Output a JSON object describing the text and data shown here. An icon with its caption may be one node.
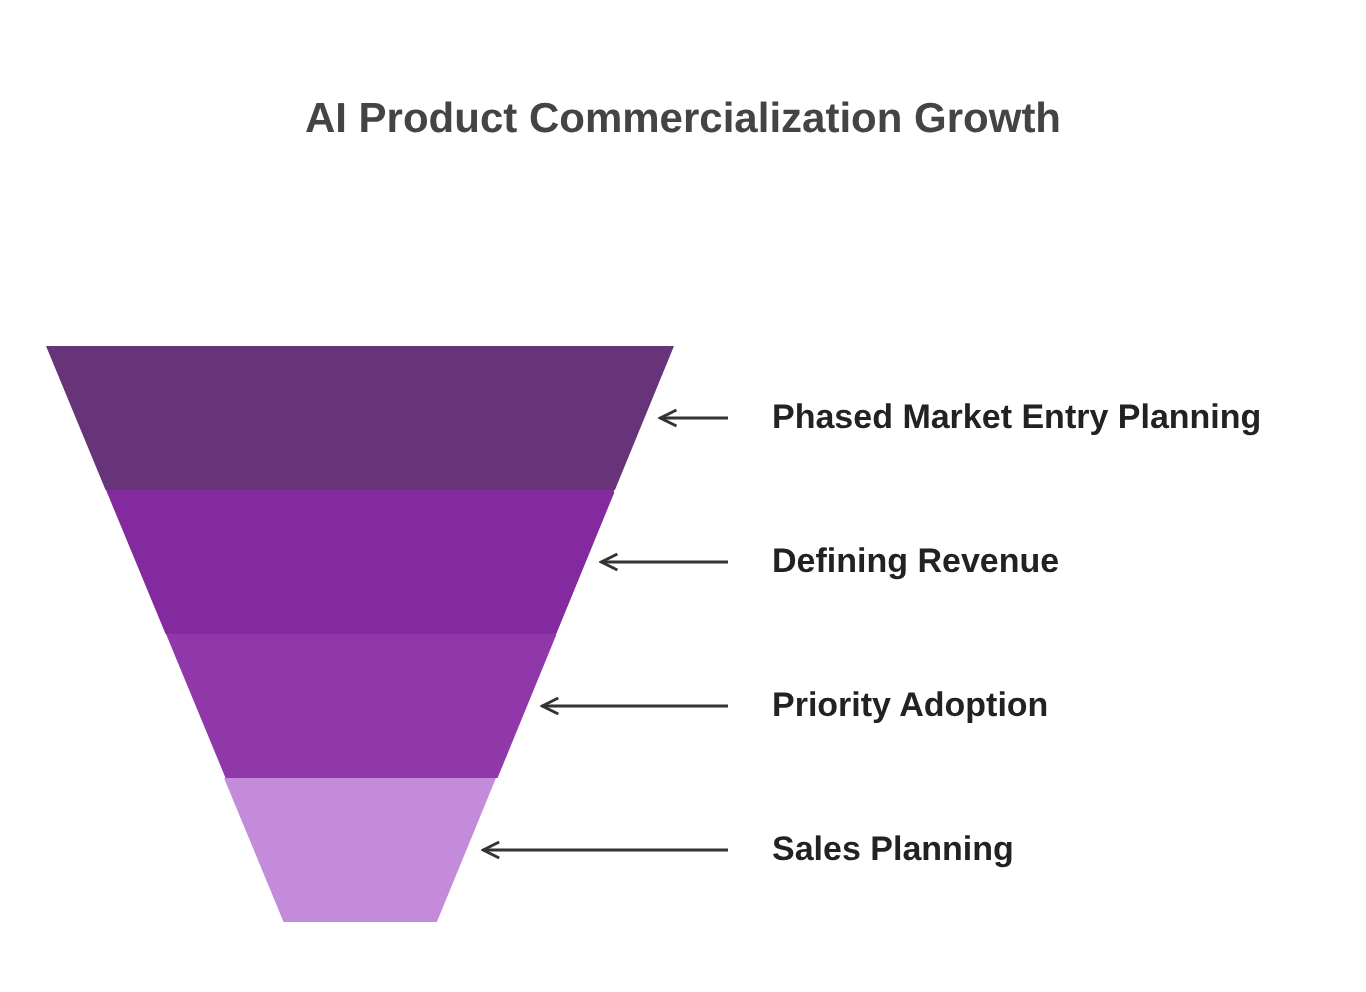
{
  "diagram": {
    "title": "AI Product Commercialization Growth",
    "nodes": [
      {
        "text": [],
        "shape": "trapezoid"
      },
      {
        "text": [],
        "shape": "trapezoid"
      },
      {
        "text": [],
        "shape": "trapezoid"
      },
      {
        "text": [],
        "shape": "trapezoid"
      },
      {
        "text": [
          "Phased Market Entry Planning"
        ]
      },
      {
        "text": [
          "Defining Revenue"
        ]
      },
      {
        "text": [
          "Priority Adoption"
        ]
      },
      {
        "text": [
          "Sales Planning"
        ]
      }
    ],
    "edges": [
      {
        "from": 4,
        "to": 0,
        "arrow": "to"
      },
      {
        "from": 5,
        "to": 1,
        "arrow": "to"
      },
      {
        "from": 6,
        "to": 2,
        "arrow": "to"
      },
      {
        "from": 7,
        "to": 3,
        "arrow": "to"
      }
    ]
  }
}
